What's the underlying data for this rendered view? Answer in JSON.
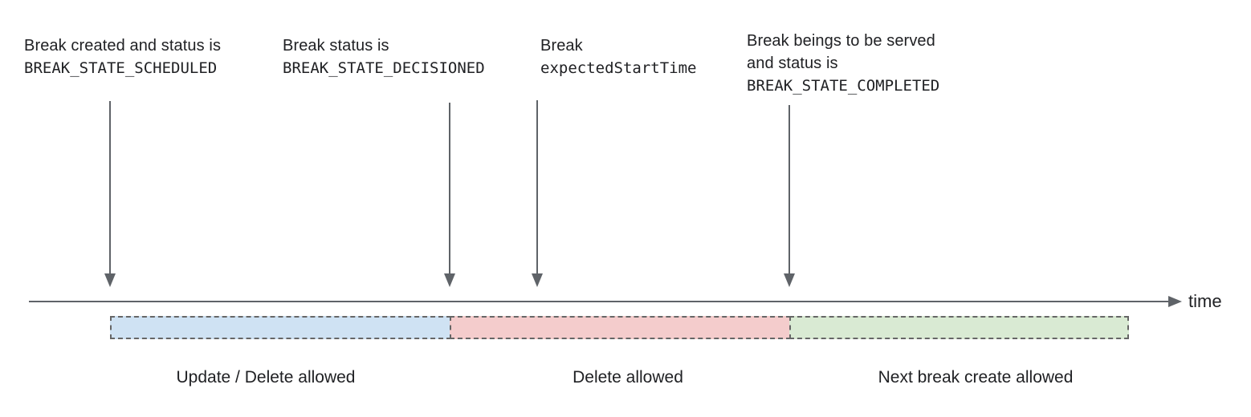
{
  "annotations": [
    {
      "line1": "Break created and status is",
      "code": "BREAK_STATE_SCHEDULED"
    },
    {
      "line1": "Break status is",
      "code": "BREAK_STATE_DECISIONED"
    },
    {
      "line1": "Break",
      "code": "expectedStartTime"
    },
    {
      "line1": "Break beings to be served",
      "line2": "and status is",
      "code": "BREAK_STATE_COMPLETED"
    }
  ],
  "timeline": {
    "axis_label": "time"
  },
  "segments": [
    {
      "label": "Update / Delete allowed",
      "fill": "#cfe2f3"
    },
    {
      "label": "Delete allowed",
      "fill": "#f4cccc"
    },
    {
      "label": "Next break create allowed",
      "fill": "#d9ead3"
    }
  ],
  "colors": {
    "ink": "#202124",
    "line": "#5f6368",
    "segment_border": "#666666"
  }
}
